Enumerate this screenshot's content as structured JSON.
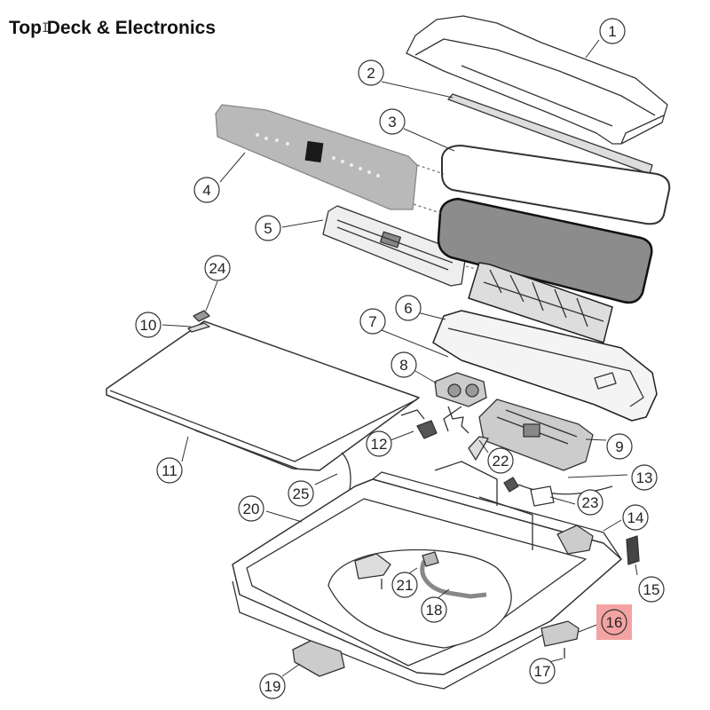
{
  "title": "Top Deck & Electronics",
  "callouts": [
    {
      "label": "1",
      "highlighted": false
    },
    {
      "label": "2",
      "highlighted": false
    },
    {
      "label": "3",
      "highlighted": false
    },
    {
      "label": "4",
      "highlighted": false
    },
    {
      "label": "5",
      "highlighted": false
    },
    {
      "label": "6",
      "highlighted": false
    },
    {
      "label": "7",
      "highlighted": false
    },
    {
      "label": "8",
      "highlighted": false
    },
    {
      "label": "9",
      "highlighted": false
    },
    {
      "label": "10",
      "highlighted": false
    },
    {
      "label": "11",
      "highlighted": false
    },
    {
      "label": "12",
      "highlighted": false
    },
    {
      "label": "13",
      "highlighted": false
    },
    {
      "label": "14",
      "highlighted": false
    },
    {
      "label": "15",
      "highlighted": false
    },
    {
      "label": "16",
      "highlighted": true
    },
    {
      "label": "17",
      "highlighted": false
    },
    {
      "label": "18",
      "highlighted": false
    },
    {
      "label": "19",
      "highlighted": false
    },
    {
      "label": "20",
      "highlighted": false
    },
    {
      "label": "21",
      "highlighted": false
    },
    {
      "label": "22",
      "highlighted": false
    },
    {
      "label": "23",
      "highlighted": false
    },
    {
      "label": "24",
      "highlighted": false
    },
    {
      "label": "25",
      "highlighted": false
    }
  ],
  "colors": {
    "highlight": "#f4a3a3",
    "line": "#333333",
    "panel": "#b9b9b9",
    "glass": "#8c8c8c"
  }
}
